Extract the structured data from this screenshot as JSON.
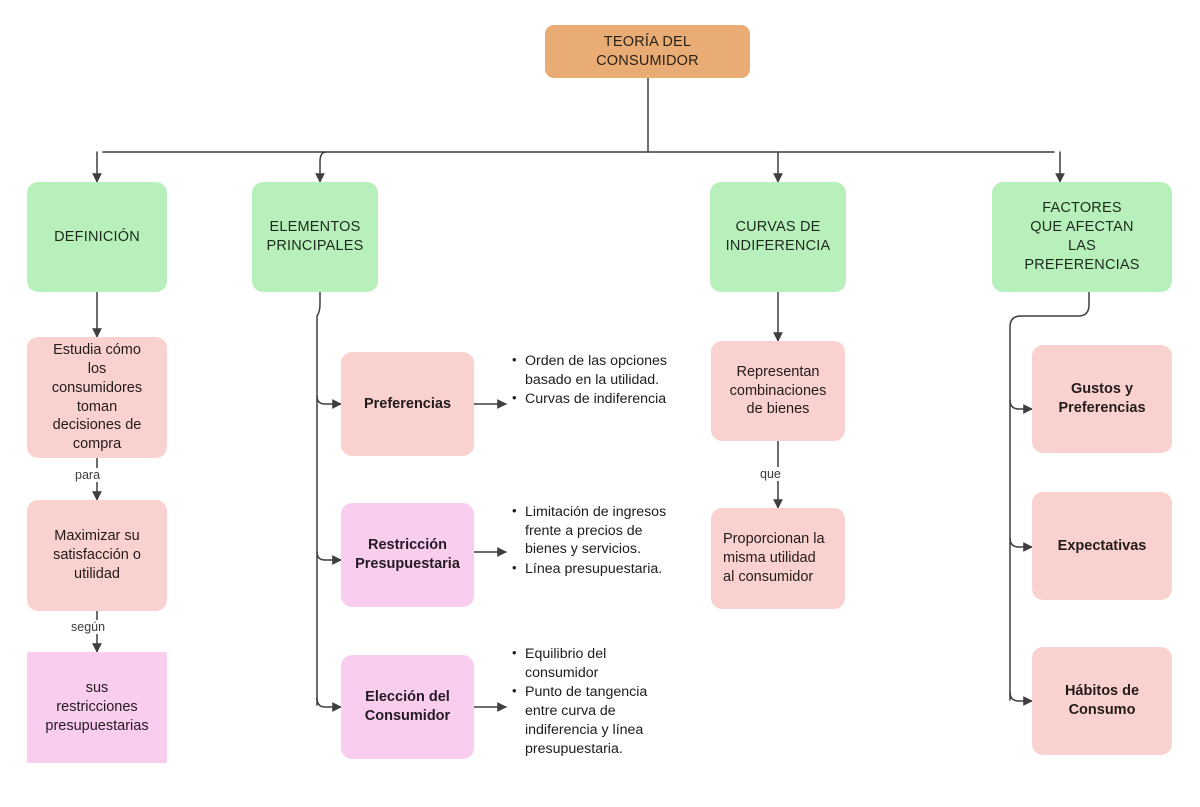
{
  "diagram": {
    "title": "TEORÍA DEL CONSUMIDOR",
    "root": {
      "label": "TEORÍA DEL\nCONSUMIDOR"
    },
    "branches": {
      "definicion": {
        "label": "DEFINICIÓN"
      },
      "elementos": {
        "label": "ELEMENTOS\nPRINCIPALES"
      },
      "curvas": {
        "label": "CURVAS DE\nINDIFERENCIA"
      },
      "factores": {
        "label": "FACTORES\nQUE AFECTAN\nLAS\nPREFERENCIAS"
      }
    },
    "definicion_chain": {
      "step1": {
        "label": "Estudia cómo\nlos\nconsumidores\ntoman\ndecisiones de\ncompra"
      },
      "link1": {
        "label": "para"
      },
      "step2": {
        "label": "Maximizar su\nsatisfacción o\nutilidad"
      },
      "link2": {
        "label": "según"
      },
      "step3": {
        "label": "sus\nrestricciones\npresupuestarias"
      }
    },
    "elementos_items": {
      "preferencias": {
        "label": "Preferencias",
        "bullets": [
          "Orden de las\nopciones basado en\nla utilidad.",
          "Curvas de\nindiferencia"
        ]
      },
      "restriccion": {
        "label": "Restricción\nPresupuestaria",
        "bullets": [
          "Limitación de\ningresos frente a\nprecios de bienes y\nservicios.",
          "Línea presupuestaria."
        ]
      },
      "eleccion": {
        "label": "Elección del\nConsumidor",
        "bullets": [
          "Equilibrio del\nconsumidor",
          "Punto de tangencia\nentre curva de\nindiferencia y línea\npresupuestaria."
        ]
      }
    },
    "curvas_chain": {
      "step1": {
        "label": "Representan\ncombinaciones\nde bienes"
      },
      "link1": {
        "label": "que"
      },
      "step2": {
        "label": "Proporcionan la\nmisma utilidad\nal consumidor"
      }
    },
    "factores_items": {
      "gustos": {
        "label": "Gustos y\nPreferencias"
      },
      "expectativas": {
        "label": "Expectativas"
      },
      "habitos": {
        "label": "Hábitos de\nConsumo"
      }
    },
    "colors": {
      "root_fill": "#e8ac74",
      "branch_fill": "#b8f0bc",
      "salmon_fill": "#f9d2d0",
      "magenta_fill": "#f9cdee",
      "connector": "#3f3f3f"
    }
  }
}
